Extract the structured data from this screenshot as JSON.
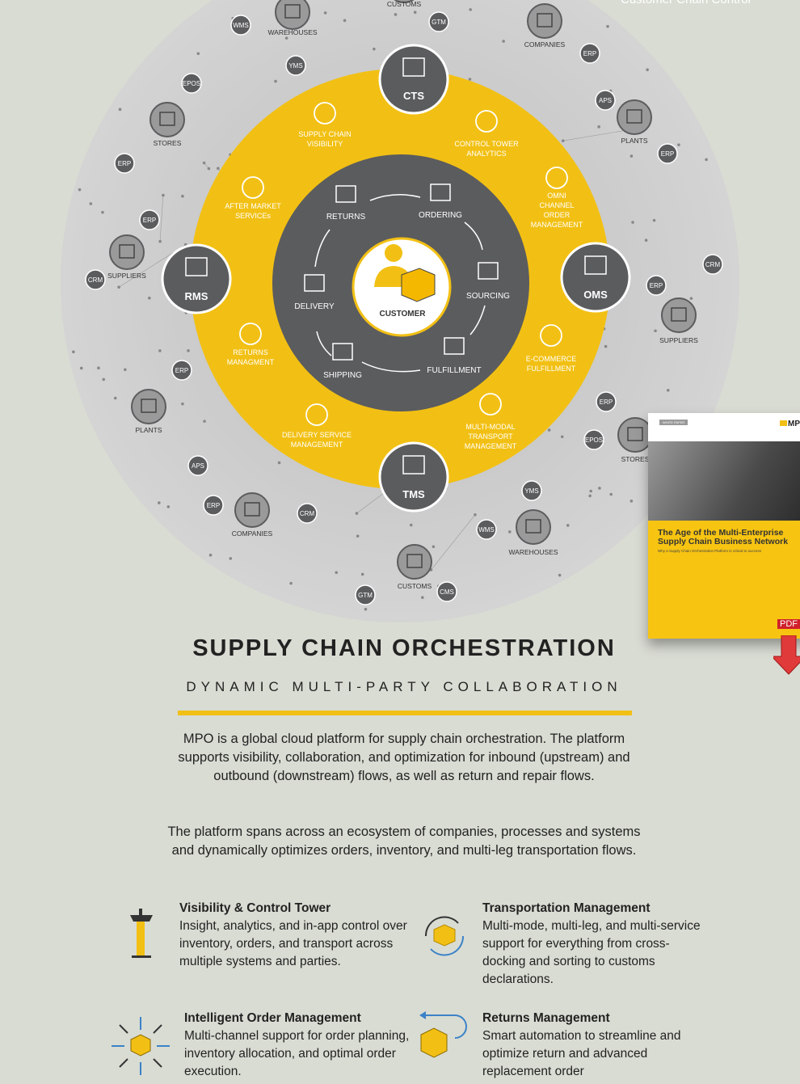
{
  "top_caption": "Customer Chain Control",
  "colors": {
    "background": "#d9dcd3",
    "globe": "#c8c8c8",
    "yellow": "#f2c014",
    "dark": "#5b5c5e",
    "accent_red": "#d0202a"
  },
  "hubs": [
    {
      "label": "CTS",
      "icon": "building-icon"
    },
    {
      "label": "OMS",
      "icon": "document-icon"
    },
    {
      "label": "TMS",
      "icon": "truck-clock-icon"
    },
    {
      "label": "RMS",
      "icon": "forklift-icon"
    }
  ],
  "center": {
    "label": "CUSTOMER",
    "icon": "person-box-icon"
  },
  "cycle": [
    "RETURNS",
    "ORDERING",
    "SOURCING",
    "FULFILLMENT",
    "SHIPPING",
    "DELIVERY"
  ],
  "ring": [
    {
      "lines": [
        "SUPPLY CHAIN",
        "VISIBILITY"
      ],
      "icon": "eye-icon"
    },
    {
      "lines": [
        "CONTROL TOWER",
        "ANALYTICS"
      ],
      "icon": "antenna-icon"
    },
    {
      "lines": [
        "OMNI",
        "CHANNEL",
        "ORDER",
        "MANAGEMENT"
      ],
      "icon": "circles-icon"
    },
    {
      "lines": [
        "AFTER MARKET",
        "SERVICEs"
      ],
      "icon": "nut-icon"
    },
    {
      "lines": [
        "RETURNS",
        "MANAGMENT"
      ],
      "icon": "return-arrow-icon"
    },
    {
      "lines": [
        "E-COMMERCE",
        "FULFILLMENT"
      ],
      "icon": "forklift-icon"
    },
    {
      "lines": [
        "DELIVERY SERVICE",
        "MANAGEMENT"
      ],
      "icon": "truck-icon"
    },
    {
      "lines": [
        "MULTI-MODAL",
        "TRANSPORT",
        "MANAGEMENT"
      ],
      "icon": "box-icon"
    }
  ],
  "nodes": [
    "WAREHOUSES",
    "CUSTOMS",
    "COMPANIES",
    "STORES",
    "PLANTS",
    "SUPPLIERS",
    "SUPPLIERS",
    "PLANTS",
    "STORES",
    "COMPANIES",
    "WAREHOUSES",
    "CUSTOMS"
  ],
  "tags": [
    "WMS",
    "GTM",
    "YMS",
    "EPOS",
    "ERP",
    "APS",
    "ERP",
    "ERP",
    "ERP",
    "CRM",
    "CRM",
    "ERP",
    "ERP",
    "ERP",
    "EPOS",
    "APS",
    "ERP",
    "CRM",
    "YMS",
    "WMS",
    "CMS",
    "GTM"
  ],
  "white_paper": {
    "tag": "WHITE PAPER",
    "logo": "MP",
    "title_lines": [
      "The Age of the Multi-Enterprise",
      "Supply Chain Business Network"
    ],
    "subtitle": "Why a Supply Chain Orchestration Platform is critical to success",
    "pdf": "PDF"
  },
  "title": "SUPPLY CHAIN ORCHESTRATION",
  "subtitle": "DYNAMIC MULTI-PARTY COLLABORATION",
  "paragraphs": [
    "MPO is a global cloud platform for supply chain orchestration. The platform supports visibility, collaboration, and optimization for inbound (upstream) and outbound (downstream) flows, as well as return and repair flows.",
    "The platform spans across an ecosystem of companies, processes and systems and dynamically optimizes orders, inventory, and multi-leg transportation flows."
  ],
  "features": [
    {
      "title": "Visibility & Control Tower",
      "text": "Insight, analytics, and in-app control over inventory, orders, and transport across multiple systems and parties.",
      "icon": "control-tower-icon"
    },
    {
      "title": "Transportation Management",
      "text": "Multi-mode, multi-leg, and multi-service support for everything from cross-docking and sorting to customs declarations.",
      "icon": "box-cycle-icon"
    },
    {
      "title": "Intelligent Order Management",
      "text": "Multi-channel support for order planning, inventory allocation, and optimal order execution.",
      "icon": "box-arrows-icon"
    },
    {
      "title": "Returns Management",
      "text": "Smart automation to streamline and optimize return and advanced replacement order",
      "icon": "box-return-icon"
    }
  ]
}
